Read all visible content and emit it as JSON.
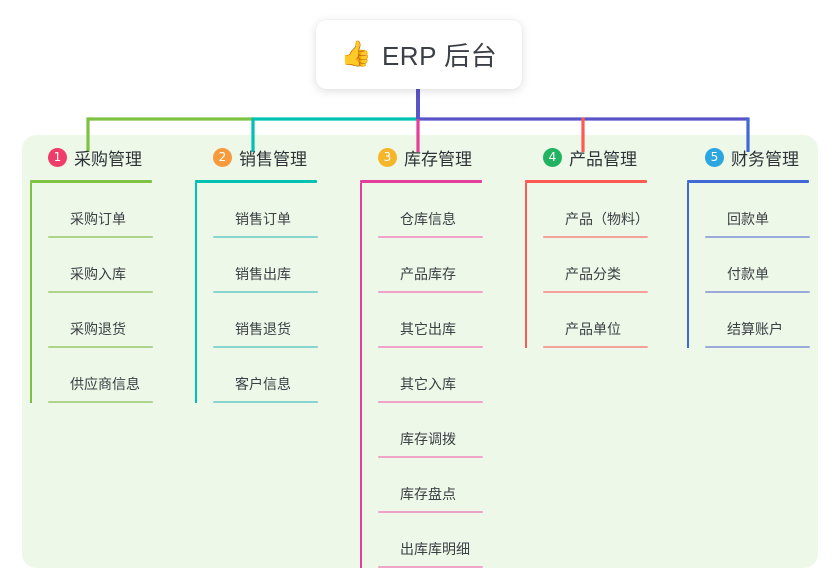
{
  "title": {
    "emoji": "👍",
    "emoji_name": "thumbs-up-icon",
    "text": "ERP 后台"
  },
  "panel": {
    "background": "#eef8e9"
  },
  "columns": [
    {
      "badge": "1",
      "badge_color": "#ef3d6a",
      "title": "采购管理",
      "rule_color": "#7dc243",
      "child_rule_color": "#aed48b",
      "connector_color": "#7dc243",
      "children": [
        "采购订单",
        "采购入库",
        "采购退货",
        "供应商信息"
      ]
    },
    {
      "badge": "2",
      "badge_color": "#f79a3e",
      "title": "销售管理",
      "rule_color": "#00c2b2",
      "child_rule_color": "#86d6cf",
      "connector_color": "#00c2b2",
      "children": [
        "销售订单",
        "销售出库",
        "销售退货",
        "客户信息"
      ]
    },
    {
      "badge": "3",
      "badge_color": "#f6b62b",
      "title": "库存管理",
      "rule_color": "#e53f9d",
      "child_rule_color": "#efa4c7",
      "connector_color": "#e53f9d",
      "children": [
        "仓库信息",
        "产品库存",
        "其它出库",
        "其它入库",
        "库存调拨",
        "库存盘点",
        "出库库明细"
      ]
    },
    {
      "badge": "4",
      "badge_color": "#22b362",
      "title": "产品管理",
      "rule_color": "#fb5b52",
      "child_rule_color": "#f6a29b",
      "connector_color": "#fb5b52",
      "children": [
        "产品（物料）",
        "产品分类",
        "产品单位"
      ]
    },
    {
      "badge": "5",
      "badge_color": "#2ca6e0",
      "title": "财务管理",
      "rule_color": "#4169d6",
      "child_rule_color": "#9aabdb",
      "connector_color": "#4169d6",
      "children": [
        "回款单",
        "付款单",
        "结算账户"
      ]
    }
  ],
  "trunk": {
    "color": "#5a54c9"
  }
}
